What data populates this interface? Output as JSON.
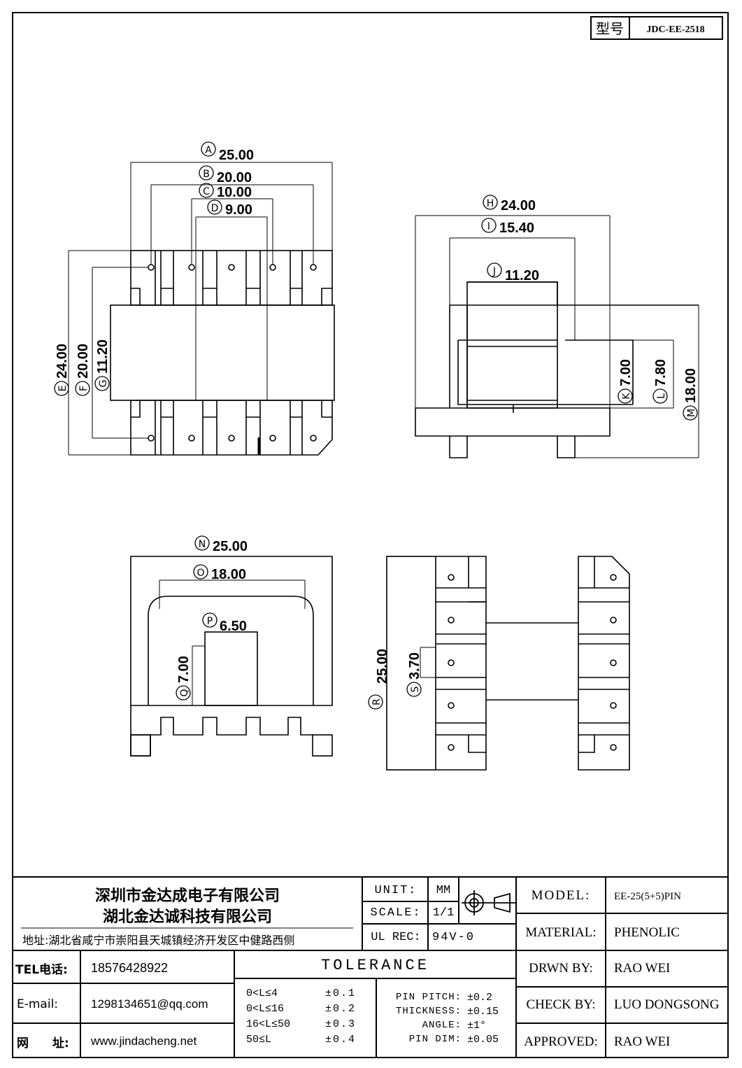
{
  "model_box": {
    "label": "型号",
    "value": "JDC-EE-2518"
  },
  "top_view": {
    "A": "25.00",
    "B": "20.00",
    "C": "10.00",
    "D": "9.00",
    "E": "24.00",
    "F": "20.00",
    "G": "11.20"
  },
  "side_view": {
    "H": "24.00",
    "I": "15.40",
    "J": "11.20",
    "K": "7.00",
    "L": "7.80",
    "M": "18.00"
  },
  "front_view": {
    "N": "25.00",
    "O": "18.00",
    "P": "6.50",
    "Q": "7.00"
  },
  "pin_view": {
    "R": "25.00",
    "S": "3.70"
  },
  "title_block": {
    "company_1": "深圳市金达成电子有限公司",
    "company_2": "湖北金达诚科技有限公司",
    "address": "地址:湖北省咸宁市崇阳县天城镇经济开发区中健路西侧",
    "tel_label": "TEL电话:",
    "tel": "18576428922",
    "email_label": "E-mail:",
    "email": "1298134651@qq.com",
    "web_label": "网　　址:",
    "web": "www.jindacheng.net",
    "unit_label": "UNIT:",
    "unit": "MM",
    "scale_label": "SCALE:",
    "scale": "1/1",
    "ulrec_label": "UL REC:",
    "ulrec": "94V-0",
    "tolerance_title": "TOLERANCE",
    "tol_ranges": [
      "0<L≤4",
      "0<L≤16",
      "16<L≤50",
      "50≤L"
    ],
    "tol_values": [
      "±0.1",
      "±0.2",
      "±0.3",
      "±0.4"
    ],
    "pin_pitch_label": "PIN PITCH:",
    "pin_pitch": "±0.2",
    "thickness_label": "THICKNESS:",
    "thickness": "±0.15",
    "angle_label": "ANGLE:",
    "angle": "±1°",
    "pin_dim_label": "PIN DIM:",
    "pin_dim": "±0.05",
    "model_label": "MODEL:",
    "model": "EE-25(5+5)PIN",
    "material_label": "MATERIAL:",
    "material": "PHENOLIC",
    "drawn_label": "DRWN BY:",
    "drawn": "RAO WEI",
    "check_label": "CHECK BY:",
    "check": "LUO DONGSONG",
    "approved_label": "APPROVED:",
    "approved": "RAO WEI"
  }
}
